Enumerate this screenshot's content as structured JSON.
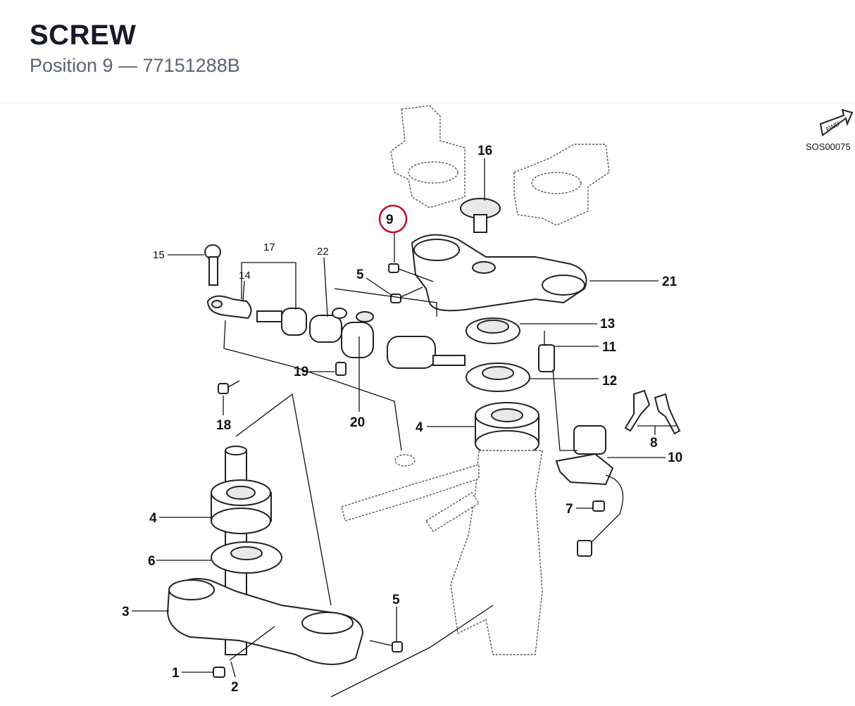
{
  "header": {
    "title": "SCREW",
    "subtitle": "Position 9 — 77151288B"
  },
  "diagram": {
    "code": "SOS00075",
    "fwd_label": "FWD",
    "highlight_color": "#c8102e",
    "callouts": {
      "c1": "1",
      "c2": "2",
      "c3": "3",
      "c4a": "4",
      "c4b": "4",
      "c5a": "5",
      "c5b": "5",
      "c6": "6",
      "c7": "7",
      "c8": "8",
      "c9": "9",
      "c10": "10",
      "c11": "11",
      "c12": "12",
      "c13": "13",
      "c14": "14",
      "c15": "15",
      "c16": "16",
      "c17": "17",
      "c18": "18",
      "c19": "19",
      "c20": "20",
      "c21": "21",
      "c22": "22"
    }
  }
}
